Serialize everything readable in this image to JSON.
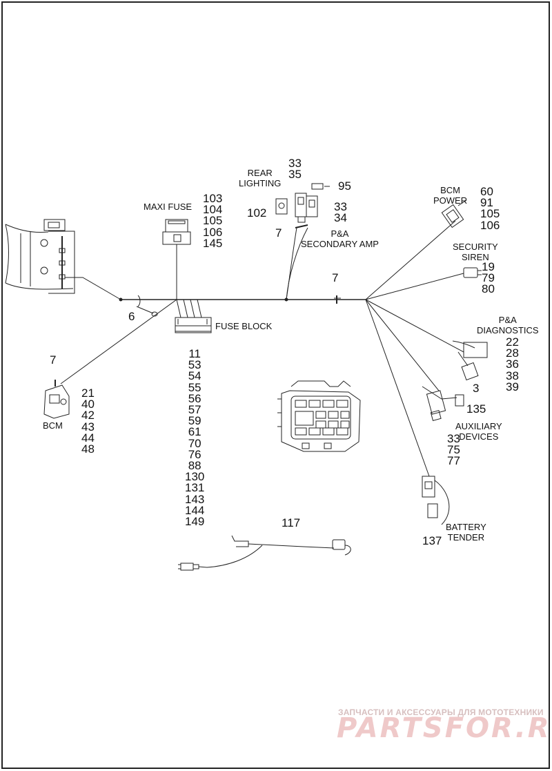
{
  "labels": {
    "rear_lighting": "REAR\nLIGHTING",
    "maxi_fuse": "MAXI FUSE",
    "fuse_block": "FUSE BLOCK",
    "bcm": "BCM",
    "bcm_power": "BCM\nPOWER",
    "security_siren": "SECURITY\nSIREN",
    "pa_secondary_amp": "P&A\nSECONDARY AMP",
    "pa_diagnostics": "P&A\nDIAGNOSTICS",
    "auxiliary_devices": "AUXILIARY\nDEVICES",
    "battery_tender": "BATTERY\nTENDER"
  },
  "callouts": {
    "rear_top": [
      "33",
      "35"
    ],
    "n95": "95",
    "n102": "102",
    "amp_stack": [
      "33",
      "34"
    ],
    "n7_amp": "7",
    "maxi_fuse_parts": [
      "103",
      "104",
      "105",
      "106",
      "145"
    ],
    "bcm_power_parts": [
      "60",
      "91",
      "105",
      "106"
    ],
    "security_siren_parts": [
      "19",
      "79",
      "80"
    ],
    "n7_main": "7",
    "n6": "6",
    "n7_bcm": "7",
    "bcm_parts": [
      "21",
      "40",
      "42",
      "43",
      "44",
      "48"
    ],
    "fuse_block_parts": [
      "11",
      "53",
      "54",
      "55",
      "56",
      "57",
      "59",
      "61",
      "70",
      "76",
      "88",
      "130",
      "131",
      "143",
      "144",
      "149"
    ],
    "diagnostics_parts": [
      "22",
      "28",
      "36",
      "38",
      "39"
    ],
    "n3": "3",
    "n135": "135",
    "auxiliary_parts": [
      "33",
      "75",
      "77"
    ],
    "n137": "137",
    "n117": "117"
  },
  "watermark": {
    "tagline": "ЗАПЧАСТИ И АКСЕССУАРЫ ДЛЯ МОТОТЕХНИКИ",
    "brand": "PARTSFOR.RU"
  }
}
